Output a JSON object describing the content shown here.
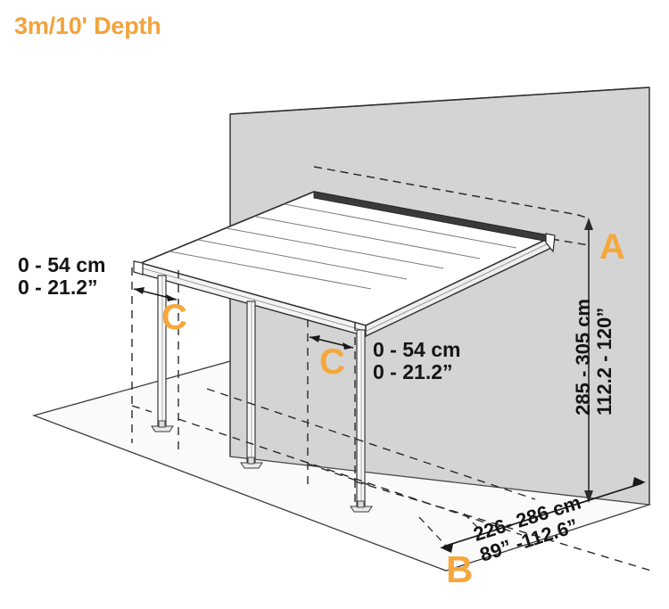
{
  "title": "3m/10' Depth",
  "accent_color": "#F2A33C",
  "text_color": "#151515",
  "wall_color": "#d4d4d4",
  "ground_color": "#fafafa",
  "roof_color": "#ffffff",
  "labels": {
    "left_projection": {
      "marker": "C",
      "metric": "0 - 54 cm",
      "imperial": "0 - 21.2”"
    },
    "right_projection": {
      "marker": "C",
      "metric": "0 - 54 cm",
      "imperial": "0 - 21.2”"
    },
    "height": {
      "marker": "A",
      "metric": "285 - 305 cm",
      "imperial": "112.2 - 120”"
    },
    "width": {
      "marker": "B",
      "metric": "226- 286 cm",
      "imperial": "89” -112.6”"
    }
  },
  "icons": {
    "dimension_arrow": "dimension-arrow-icon",
    "dashed_guide": "dashed-guide-line-icon"
  },
  "scene": {
    "wall": "back-wall",
    "ground": "ground-plane",
    "roof": "pergola-roof-panels",
    "posts": 3
  }
}
